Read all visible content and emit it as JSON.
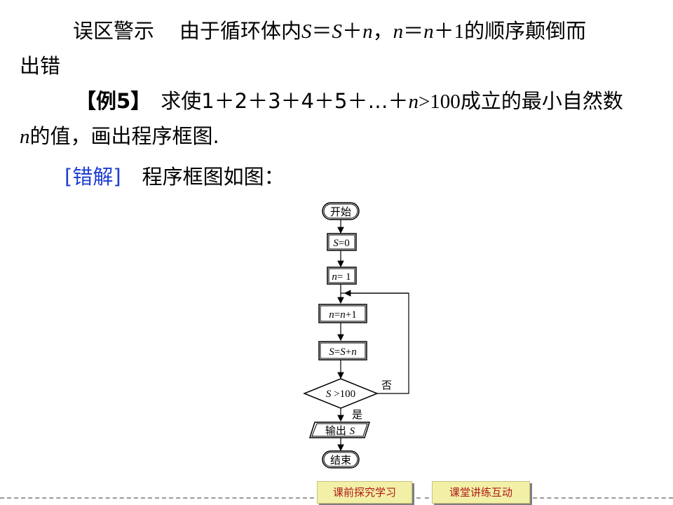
{
  "warning": {
    "label": "误区警示",
    "pre": "由于循环体内",
    "s1": "S",
    "eq1": "＝",
    "s2": "S",
    "plus1": "＋",
    "n1": "n",
    "comma": "，",
    "n2": "n",
    "eq2": "＝",
    "n3": "n",
    "plus2": "＋1",
    "post": "的顺序颠倒而",
    "line2": "出错"
  },
  "example": {
    "tag": "【例5】",
    "pre": "求使1＋2＋3＋4＋5＋…＋",
    "n": "n",
    "cond": ">100",
    "post": "成立的最小自然数",
    "n2": "n",
    "line2": "的值，画出程序框图."
  },
  "solution": {
    "label": "[错解]",
    "text": "程序框图如图："
  },
  "flowchart": {
    "start": "开始",
    "s_init_var": "S",
    "s_init_val": "=0",
    "n_init_var": "n",
    "n_init_val": "= 1",
    "inc_a": "n",
    "inc_b": "=",
    "inc_c": "n",
    "inc_d": "+1",
    "acc_a": "S",
    "acc_b": "=",
    "acc_c": "S",
    "acc_d": "+",
    "acc_e": "n",
    "cond_var": "S",
    "cond_rest": " >100",
    "no": "否",
    "yes": "是",
    "out_text": "输出 ",
    "out_var": "S",
    "end": "结束"
  },
  "nav": {
    "btn1": "课前探究学习",
    "btn2": "课堂讲练互动"
  }
}
